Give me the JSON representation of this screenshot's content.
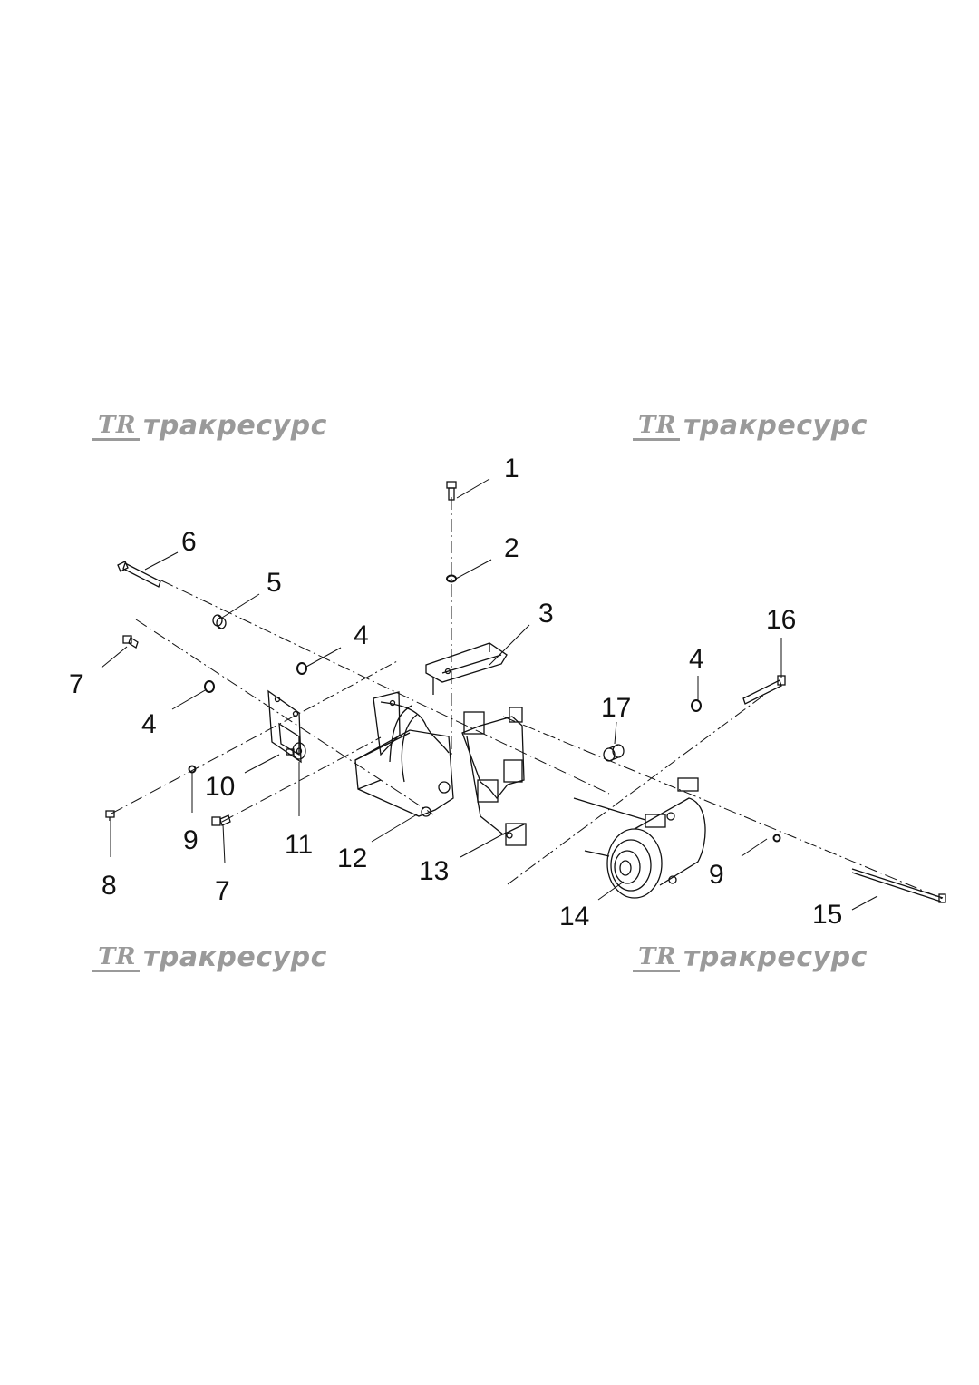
{
  "watermark": {
    "logo": "TR",
    "text": "тракресурс"
  },
  "callouts": {
    "c1": "1",
    "c2": "2",
    "c3": "3",
    "c4a": "4",
    "c4b": "4",
    "c4c": "4",
    "c5": "5",
    "c6": "6",
    "c7a": "7",
    "c7b": "7",
    "c8": "8",
    "c9a": "9",
    "c9b": "9",
    "c10": "10",
    "c11": "11",
    "c12": "12",
    "c13": "13",
    "c14": "14",
    "c15": "15",
    "c16": "16",
    "c17": "17"
  }
}
